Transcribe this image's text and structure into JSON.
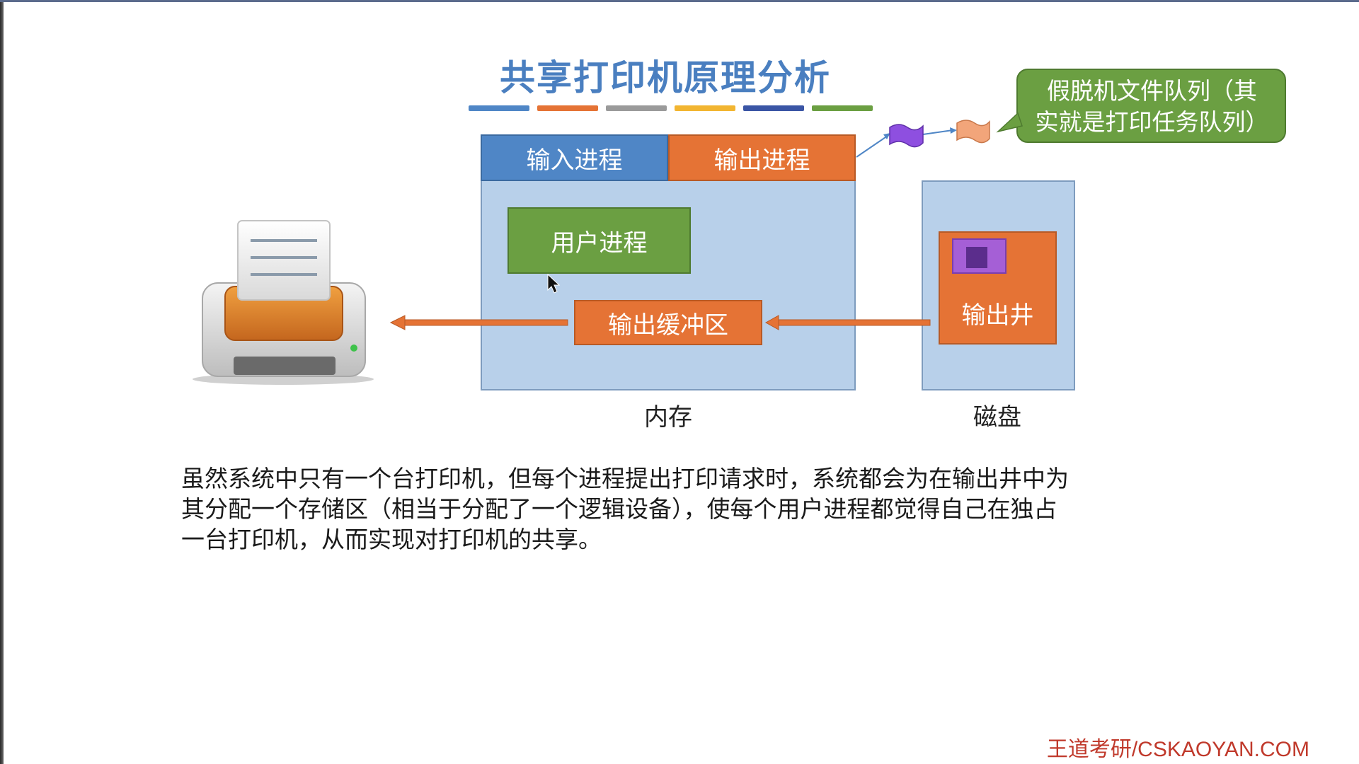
{
  "slide": {
    "title": "共享打印机原理分析",
    "title_color": "#4a7fc0",
    "underline_colors": [
      "#4f86c6",
      "#e57335",
      "#9a9a9a",
      "#f2b531",
      "#3a55a5",
      "#6b9f42"
    ]
  },
  "diagram": {
    "input_process": "输入进程",
    "output_process": "输出进程",
    "user_process": "用户进程",
    "output_buffer": "输出缓冲区",
    "output_well": "输出井",
    "memory_label": "内存",
    "disk_label": "磁盘",
    "callout_line1": "假脱机文件队列（其",
    "callout_line2": "实就是打印任务队列）",
    "printer_icon": "printer-icon",
    "colors": {
      "memory_bg": "#b8d0ea",
      "input_process": "#4f86c6",
      "output_process": "#e57335",
      "user_process": "#6b9f42",
      "callout": "#6b9f42",
      "queue_item_1": "#8e4fe0",
      "queue_item_2": "#f2a57a"
    }
  },
  "description": {
    "line1": "虽然系统中只有一个台打印机，但每个进程提出打印请求时，系统都会为在输出井中为",
    "line2": "其分配一个存储区（相当于分配了一个逻辑设备），使每个用户进程都觉得自己在独占",
    "line3": "一台打印机，从而实现对打印机的共享。"
  },
  "watermark": "王道考研/CSKAOYAN.COM"
}
